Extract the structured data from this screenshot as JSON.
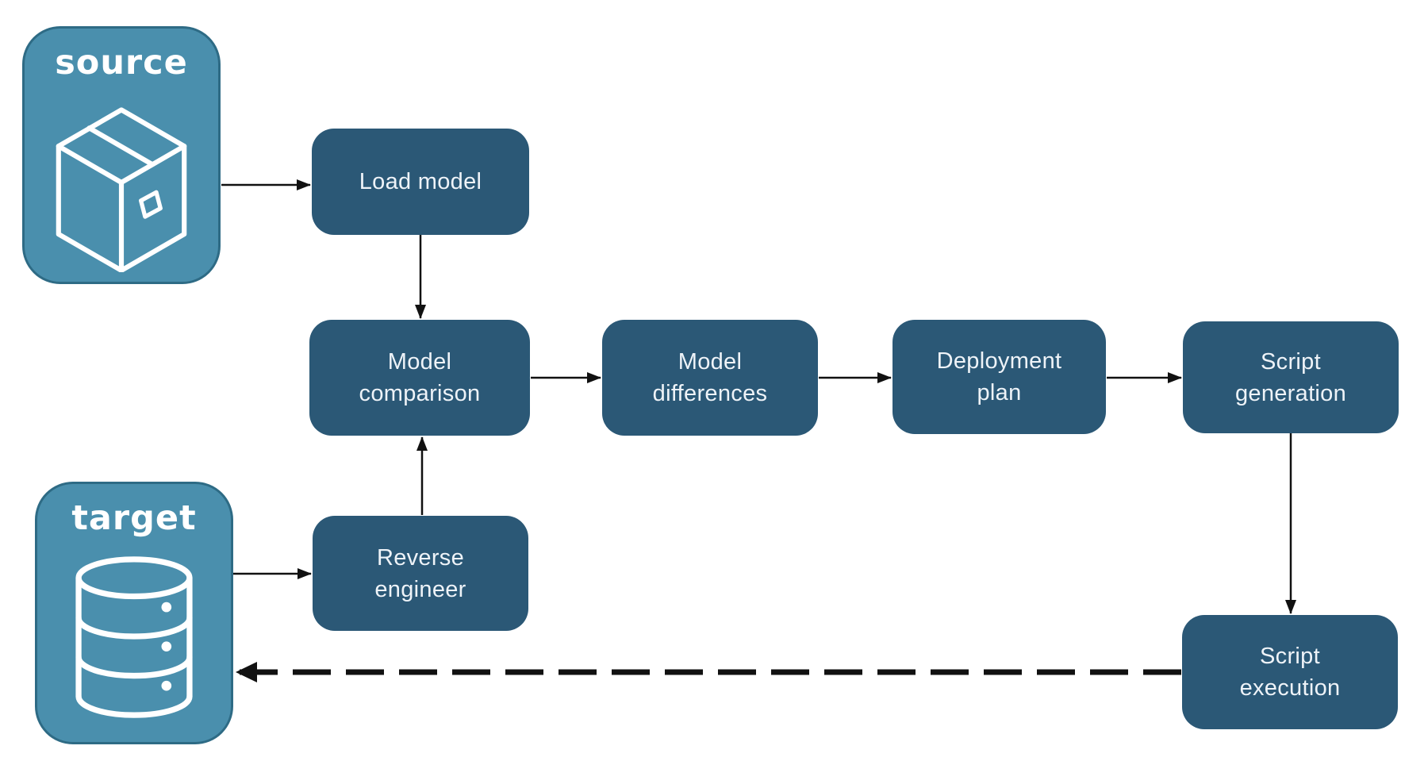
{
  "colors": {
    "endpoint_fill": "#4a8fad",
    "endpoint_border": "#2e6b85",
    "node_fill": "#2b5876",
    "node_text": "#eef3f8",
    "endpoint_label_text": "#ffffff",
    "arrow": "#111111",
    "background": "#ffffff"
  },
  "endpoints": {
    "source": {
      "label": "source",
      "icon": "package-icon"
    },
    "target": {
      "label": "target",
      "icon": "database-icon"
    }
  },
  "nodes": {
    "load_model": {
      "label": "Load model"
    },
    "model_comparison": {
      "label": "Model\ncomparison"
    },
    "model_differences": {
      "label": "Model\ndifferences"
    },
    "deployment_plan": {
      "label": "Deployment\nplan"
    },
    "script_generation": {
      "label": "Script\ngeneration"
    },
    "reverse_engineer": {
      "label": "Reverse\nengineer"
    },
    "script_execution": {
      "label": "Script\nexecution"
    }
  },
  "connections": [
    {
      "from": "source",
      "to": "load_model",
      "style": "solid"
    },
    {
      "from": "load_model",
      "to": "model_comparison",
      "style": "solid"
    },
    {
      "from": "model_comparison",
      "to": "model_differences",
      "style": "solid"
    },
    {
      "from": "model_differences",
      "to": "deployment_plan",
      "style": "solid"
    },
    {
      "from": "deployment_plan",
      "to": "script_generation",
      "style": "solid"
    },
    {
      "from": "script_generation",
      "to": "script_execution",
      "style": "solid"
    },
    {
      "from": "target",
      "to": "reverse_engineer",
      "style": "solid"
    },
    {
      "from": "reverse_engineer",
      "to": "model_comparison",
      "style": "solid"
    },
    {
      "from": "script_execution",
      "to": "target",
      "style": "dashed"
    }
  ]
}
